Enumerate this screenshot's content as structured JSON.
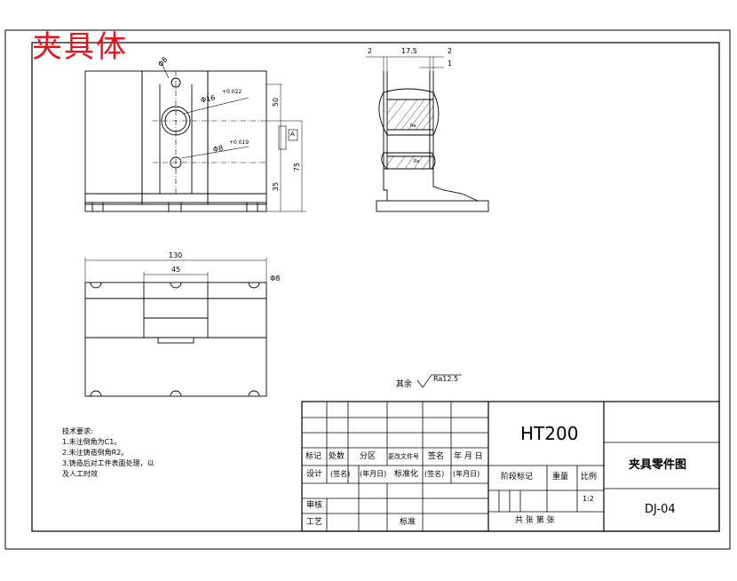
{
  "stamp_title": "夹具体",
  "dims": {
    "d8": "Φ8",
    "d16": "Φ16",
    "d16_tol": "+0.022",
    "d8b": "Φ8",
    "d8b_tol": "+0.019",
    "h50": "50",
    "h35": "35",
    "h75": "75",
    "w2_left": "2",
    "w17_5": "17.5",
    "w2_right": "2",
    "w1": "1",
    "w130": "130",
    "w45": "45",
    "d8_top": "Φ8",
    "callout_a": "A",
    "ra_top": "Ra",
    "ra_small1": "Ra",
    "ra_small2": "Ra"
  },
  "surface_finish": {
    "label": "其余",
    "value": "Ra12.5"
  },
  "notes": {
    "title": "技术要求:",
    "line1": "1.未注倒角为C1。",
    "line2": "2.未注铸造倒角R2。",
    "line3": "3.铸造后对工件表面处理，以",
    "line4": "及人工时效"
  },
  "title_block": {
    "material": "HT200",
    "drawing_name": "夹具零件图",
    "drawing_no": "DJ-04",
    "col_mark": "标记",
    "col_count": "处数",
    "col_zone": "分区",
    "col_docno": "更改文件号",
    "col_sign": "签名",
    "col_date": "年 月 日",
    "row_design": "设计",
    "sign_placeholder": "(签名)",
    "date_placeholder": "(年月日)",
    "standardize": "标准化",
    "sign_placeholder2": "(签名)",
    "date_placeholder2": "(年月日)",
    "stage_mark": "阶段标记",
    "weight": "重量",
    "scale": "比例",
    "scale_value": "1:2",
    "review": "审核",
    "process": "工艺",
    "approve": "标准",
    "sheets": "共  张  第  张"
  }
}
